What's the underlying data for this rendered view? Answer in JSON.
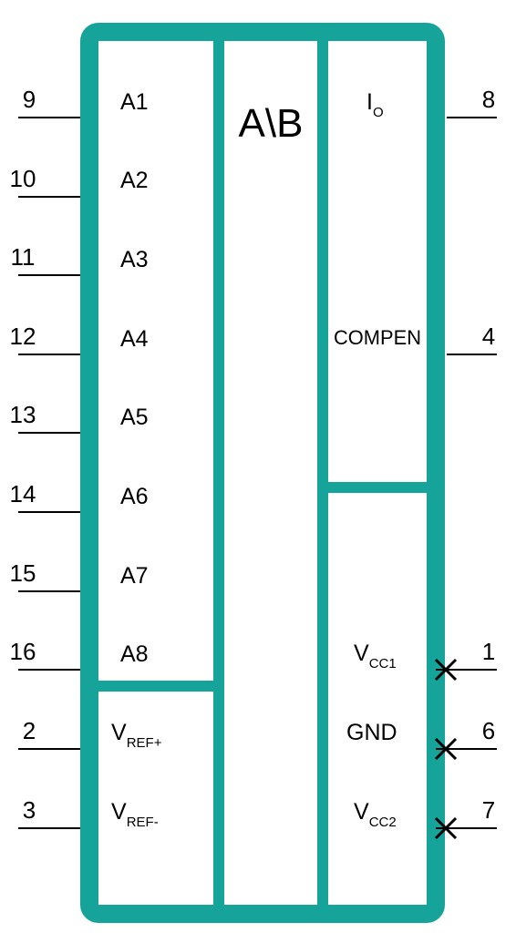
{
  "colors": {
    "frame": "#15a39a",
    "line": "#000000",
    "background": "#ffffff"
  },
  "block_label": "A\\B",
  "left_pins": [
    {
      "pin": "9",
      "label": "A1"
    },
    {
      "pin": "10",
      "label": "A2"
    },
    {
      "pin": "11",
      "label": "A3"
    },
    {
      "pin": "12",
      "label": "A4"
    },
    {
      "pin": "13",
      "label": "A5"
    },
    {
      "pin": "14",
      "label": "A6"
    },
    {
      "pin": "15",
      "label": "A7"
    },
    {
      "pin": "16",
      "label": "A8"
    }
  ],
  "ref_pins": [
    {
      "pin": "2",
      "label": "V",
      "sub": "REF+"
    },
    {
      "pin": "3",
      "label": "V",
      "sub": "REF-"
    }
  ],
  "right_pins": [
    {
      "pin": "8",
      "label": "I",
      "sub": "O"
    },
    {
      "pin": "4",
      "label": "COMPEN"
    }
  ],
  "power_pins": [
    {
      "pin": "1",
      "label": "V",
      "sub": "CC1",
      "marker": "x-mark"
    },
    {
      "pin": "6",
      "label": "GND",
      "marker": "x-mark"
    },
    {
      "pin": "7",
      "label": "V",
      "sub": "CC2",
      "marker": "x-mark"
    }
  ]
}
